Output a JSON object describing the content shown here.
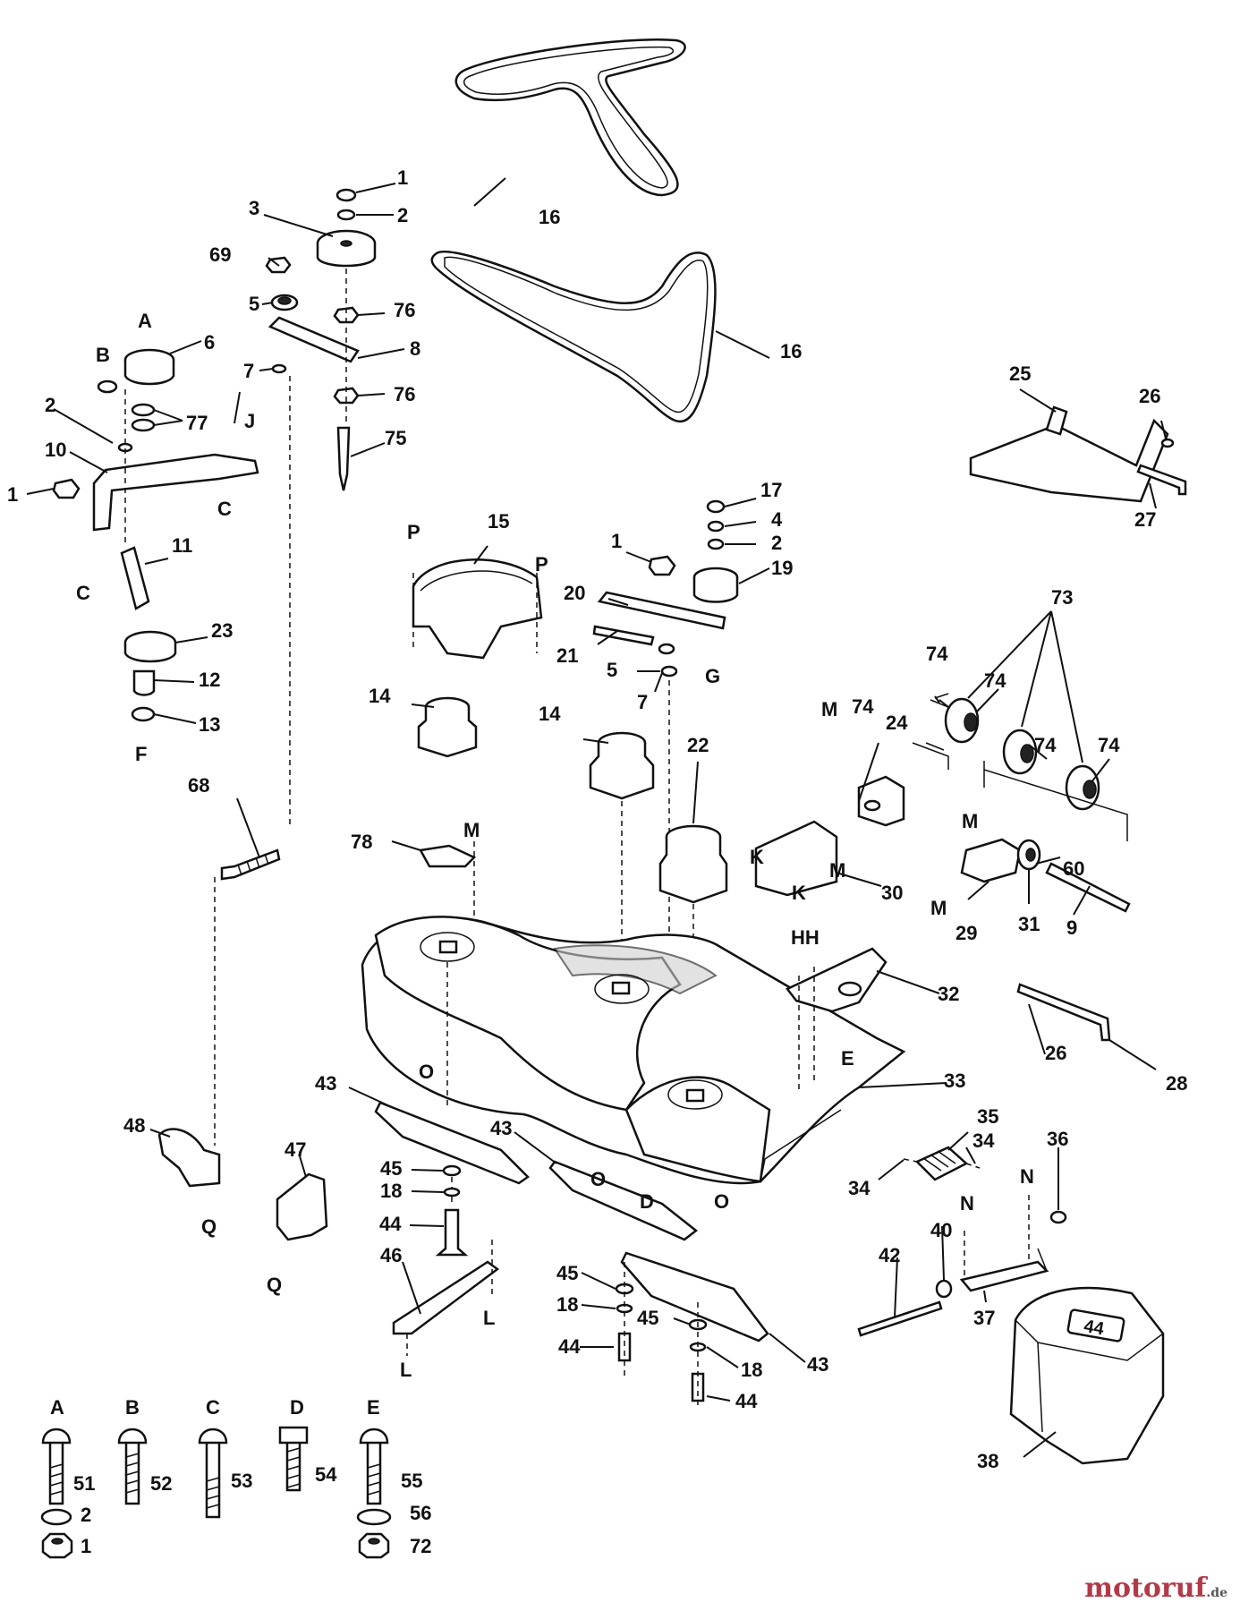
{
  "labels": {
    "l1a": "1",
    "l2a": "2",
    "l3": "3",
    "l69": "69",
    "l5a": "5",
    "l76a": "76",
    "lA": "A",
    "l6": "6",
    "lB": "B",
    "l8": "8",
    "l7a": "7",
    "l76b": "76",
    "l2b": "2",
    "l77": "77",
    "lJ": "J",
    "l75": "75",
    "l10": "10",
    "l1b": "1",
    "lCa": "C",
    "lCb": "C",
    "l11": "11",
    "l23": "23",
    "l12": "12",
    "l13": "13",
    "lF": "F",
    "l16a": "16",
    "l16b": "16",
    "l25": "25",
    "l26a": "26",
    "l27": "27",
    "l15": "15",
    "lPa": "P",
    "lPb": "P",
    "l17": "17",
    "l4": "4",
    "l1c": "1",
    "l2c": "2",
    "l19": "19",
    "l20": "20",
    "l21": "21",
    "l5b": "5",
    "lG": "G",
    "l7b": "7",
    "l73": "73",
    "l74a": "74",
    "l74b": "74",
    "l74c": "74",
    "l74d": "74",
    "l74e": "74",
    "lMa": "M",
    "l24": "24",
    "l14a": "14",
    "l14b": "14",
    "l22": "22",
    "lKa": "K",
    "lKb": "K",
    "lMb": "M",
    "lMc": "M",
    "l68": "68",
    "l78": "78",
    "lMd": "M",
    "l30": "30",
    "l60": "60",
    "lMe": "M",
    "l29": "29",
    "l31": "31",
    "l9": "9",
    "lHH": "HH",
    "l32": "32",
    "lE": "E",
    "l26b": "26",
    "l28": "28",
    "lOa": "O",
    "l33": "33",
    "l43a": "43",
    "l48": "48",
    "l43b": "43",
    "l35": "35",
    "l34a": "34",
    "l36": "36",
    "l47": "47",
    "l45a": "45",
    "l18a": "18",
    "lOb": "O",
    "lD": "D",
    "lOc": "O",
    "l34b": "34",
    "lNa": "N",
    "lNb": "N",
    "l44a": "44",
    "lQa": "Q",
    "lQb": "Q",
    "l46": "46",
    "l40": "40",
    "l42": "42",
    "lL1": "L",
    "lL2": "L",
    "l45b": "45",
    "l18b": "18",
    "l45c": "45",
    "l37": "37",
    "l44b": "44",
    "l18c": "18",
    "l43c": "43",
    "l44c": "44",
    "l38": "38"
  },
  "legend": {
    "letters": [
      "A",
      "B",
      "C",
      "D",
      "E"
    ],
    "a_nums": [
      "51",
      "2",
      "1"
    ],
    "b_num": "52",
    "c_num": "53",
    "d_num": "54",
    "e_nums": [
      "55",
      "56",
      "72"
    ]
  },
  "decal_text": "44",
  "watermark": {
    "main": "motoruf",
    "suffix": ".de"
  }
}
